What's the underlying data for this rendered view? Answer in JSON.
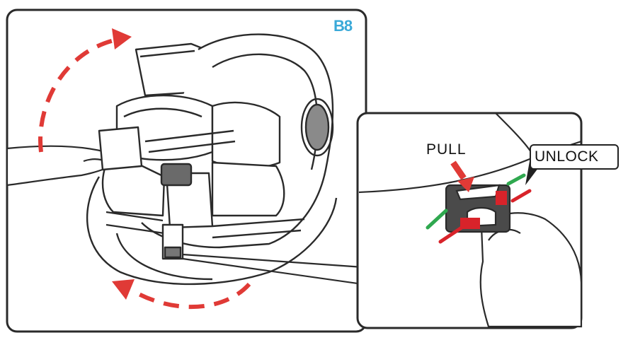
{
  "step": {
    "badge": "B8"
  },
  "callout": {
    "pull_label": "PULL",
    "unlock_label": "UNLOCK"
  },
  "colors": {
    "outline": "#2a2a2a",
    "rotation_arrow": "#e03a36",
    "pull_arrow": "#e03a36",
    "lock_marker": "#2fa84f",
    "unlock_marker": "#d8232a",
    "buckle": "#4a4a4a",
    "step_badge": "#3aa9d8"
  },
  "icons": {
    "rotate_upper": "curved-dashed-arrow-icon",
    "rotate_lower": "curved-dashed-arrow-icon",
    "pull": "down-arrow-icon"
  }
}
